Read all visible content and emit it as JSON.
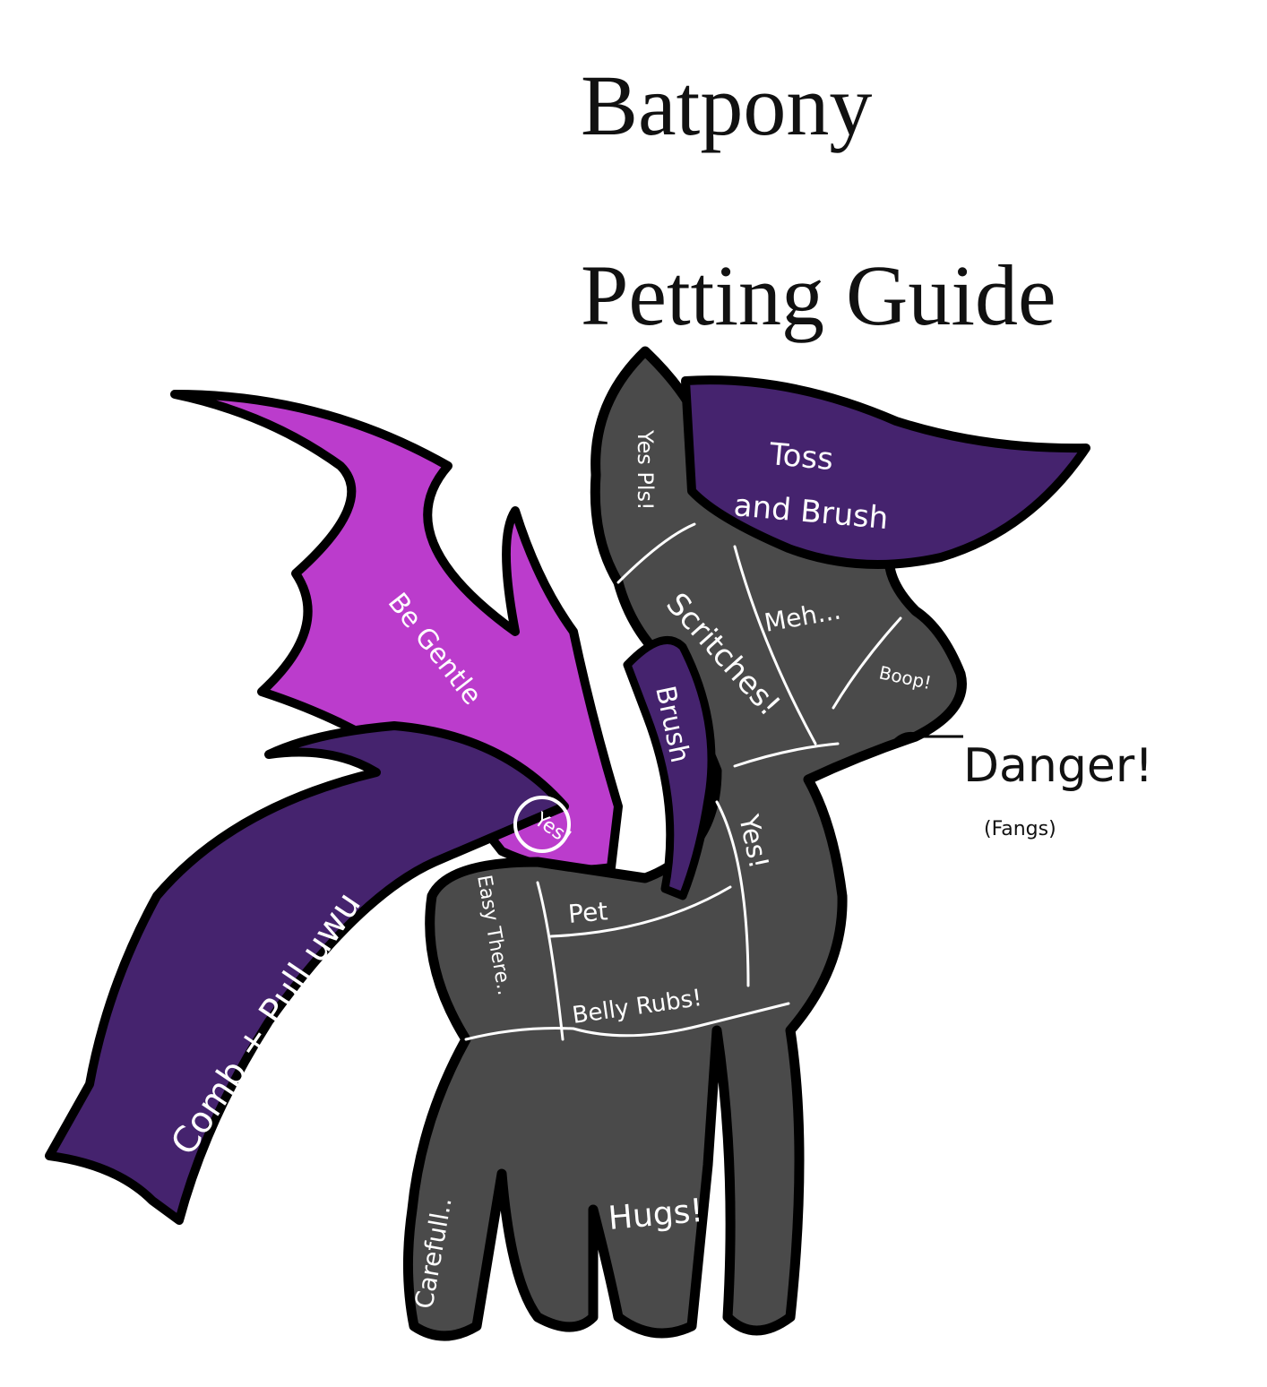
{
  "title": {
    "line1": "Batpony",
    "line2": "Petting Guide"
  },
  "labels": {
    "mane_top": "Toss",
    "mane_bottom": "and Brush",
    "ear": "Yes Pls!",
    "cheek": "Scritches!",
    "face": "Meh...",
    "nose": "Boop!",
    "mouth": "Danger!",
    "mouth_note": "(Fangs)",
    "wing": "Be Gentle",
    "wing_base": "Yes!",
    "neck_mane": "Brush",
    "chest": "Yes!",
    "back": "Pet",
    "flank": "Easy There..",
    "belly": "Belly Rubs!",
    "tail": "Comb + Pull uwu",
    "back_leg": "Carefull..",
    "front_legs": "Hugs!"
  },
  "colors": {
    "body": "#4a4a4a",
    "mane": "#45236e",
    "wing": "#bb3ccc",
    "outline": "#000000",
    "text": "#ffffff"
  }
}
